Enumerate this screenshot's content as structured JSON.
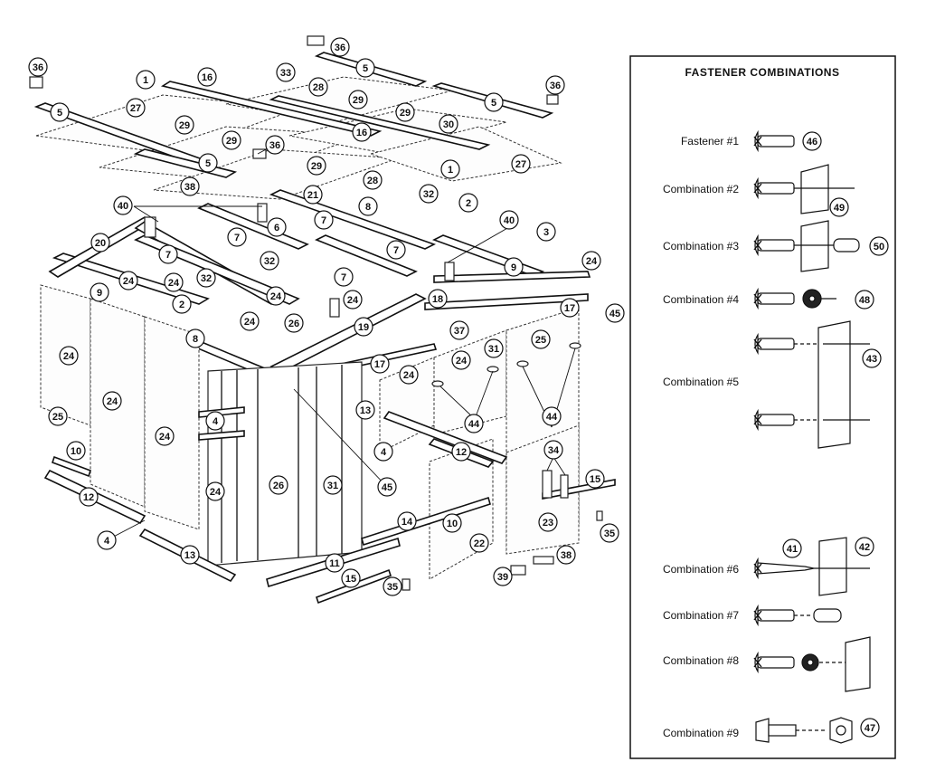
{
  "panel": {
    "title": "FASTENER COMBINATIONS",
    "rows": [
      {
        "label": "Fastener  #1",
        "parts": [
          "46"
        ]
      },
      {
        "label": "Combination  #2",
        "parts": [
          "49"
        ]
      },
      {
        "label": "Combination  #3",
        "parts": [
          "50"
        ]
      },
      {
        "label": "Combination  #4",
        "parts": [
          "48"
        ]
      },
      {
        "label": "Combination  #5",
        "parts": [
          "43"
        ]
      },
      {
        "label": "Combination  #6",
        "parts": [
          "41",
          "42"
        ]
      },
      {
        "label": "Combination  #7",
        "parts": []
      },
      {
        "label": "Combination  #8",
        "parts": []
      },
      {
        "label": "Combination  #9",
        "parts": [
          "47"
        ]
      }
    ]
  },
  "callouts": [
    "36",
    "36",
    "36",
    "36",
    "1",
    "1",
    "16",
    "16",
    "33",
    "28",
    "28",
    "5",
    "5",
    "5",
    "5",
    "29",
    "29",
    "29",
    "29",
    "29",
    "27",
    "27",
    "30",
    "38",
    "21",
    "40",
    "40",
    "6",
    "7",
    "7",
    "7",
    "7",
    "7",
    "8",
    "8",
    "32",
    "32",
    "32",
    "2",
    "2",
    "3",
    "9",
    "9",
    "20",
    "24",
    "24",
    "24",
    "24",
    "24",
    "24",
    "24",
    "24",
    "24",
    "24",
    "24",
    "24",
    "18",
    "26",
    "26",
    "19",
    "37",
    "31",
    "31",
    "17",
    "17",
    "45",
    "45",
    "25",
    "25",
    "11",
    "4",
    "4",
    "4",
    "13",
    "13",
    "44",
    "44",
    "10",
    "10",
    "12",
    "12",
    "34",
    "15",
    "15",
    "14",
    "22",
    "23",
    "35",
    "35",
    "38",
    "39"
  ]
}
